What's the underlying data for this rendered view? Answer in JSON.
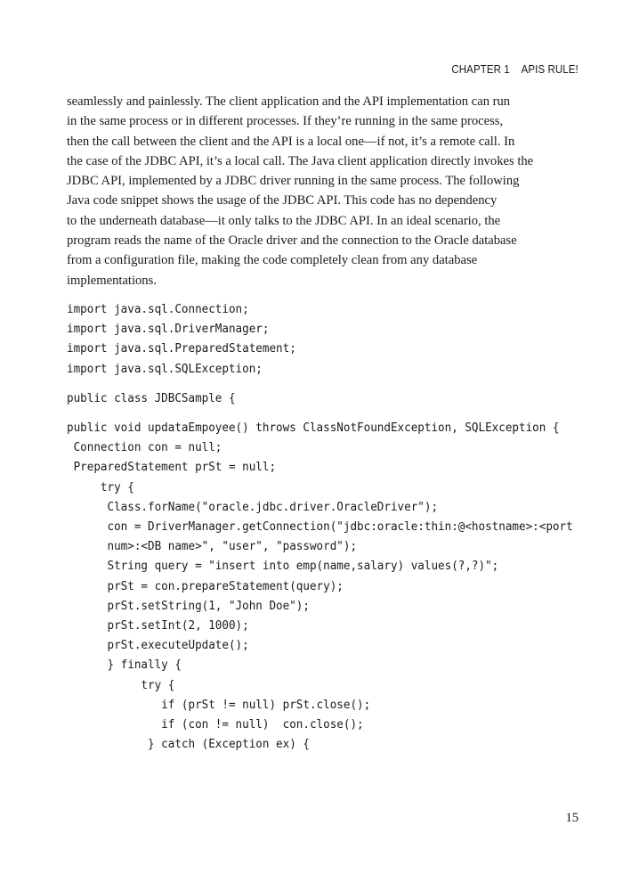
{
  "header": {
    "chapter": "CHAPTER 1",
    "title": "APIS RULE!"
  },
  "paragraph": {
    "lines": [
      "seamlessly and painlessly. The client application and the API implementation can run",
      "in the same process or in different processes. If they’re running in the same process,",
      "then the call between the client and the API is a local one—if not, it’s a remote call. In",
      "the case of the JDBC API, it’s a local call. The Java client application directly invokes the",
      "JDBC API, implemented by a JDBC driver running in the same process. The following",
      "Java code snippet shows the usage of the JDBC API. This code has no dependency",
      "to the underneath database—it only talks to the JDBC API. In an ideal scenario, the",
      "program reads the name of the Oracle driver and the connection to the Oracle database",
      "from a configuration file, making the code completely clean from any database",
      "implementations."
    ]
  },
  "code": {
    "imports": [
      "import java.sql.Connection;",
      "import java.sql.DriverManager;",
      "import java.sql.PreparedStatement;",
      "import java.sql.SQLException;"
    ],
    "class_decl": [
      "public class JDBCSample {"
    ],
    "method": [
      "public void updataEmpoyee() throws ClassNotFoundException, SQLException {",
      " Connection con = null;",
      " PreparedStatement prSt = null;",
      "     try {",
      "      Class.forName(\"oracle.jdbc.driver.OracleDriver\");",
      "      con = DriverManager.getConnection(\"jdbc:oracle:thin:@<hostname>:<port",
      "      num>:<DB name>\", \"user\", \"password\");",
      "      String query = \"insert into emp(name,salary) values(?,?)\";",
      "      prSt = con.prepareStatement(query);",
      "      prSt.setString(1, \"John Doe\");",
      "      prSt.setInt(2, 1000);",
      "      prSt.executeUpdate();",
      "      } finally {",
      "           try {",
      "              if (prSt != null) prSt.close();",
      "              if (con != null)  con.close();",
      "            } catch (Exception ex) {"
    ]
  },
  "footer": {
    "page_number": "15"
  }
}
